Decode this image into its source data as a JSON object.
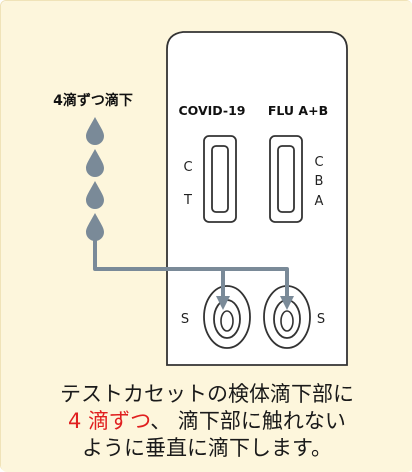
{
  "colors": {
    "panel_background": "#fdf6dc",
    "cassette_fill": "#ffffff",
    "outline": "#333333",
    "drop": "#7a8a98",
    "arrow": "#7a8a98",
    "highlight": "#e02020"
  },
  "drops": {
    "label": "4滴ずつ滴下",
    "icon": "drop-icon",
    "count": 4
  },
  "cassette": {
    "covid_label": "COVID-19",
    "flu_label": "FLU A+B",
    "covid_window_letters": [
      "C",
      "T"
    ],
    "flu_window_letters": [
      "C",
      "B",
      "A"
    ],
    "sample_well_letter_left": "S",
    "sample_well_letter_right": "S"
  },
  "caption": {
    "line1": "テストカセットの検体滴下部に",
    "line2_highlight": "4 滴ずつ",
    "line2_rest": "、 滴下部に触れない",
    "line3": "ように垂直に滴下します。"
  }
}
